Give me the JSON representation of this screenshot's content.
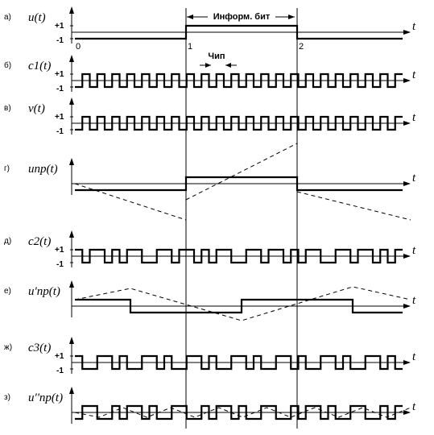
{
  "diagram": {
    "time_ticks": [
      "0",
      "1",
      "2"
    ],
    "annotations": {
      "info_bit": "Информ. бит",
      "chip": "Чип"
    },
    "panels": [
      {
        "letter": "а)",
        "name": "u(t)",
        "axis": "t",
        "levels": [
          "+1",
          "-1"
        ],
        "signal": [
          [
            0,
            -1
          ],
          [
            1,
            1
          ],
          [
            2,
            -1
          ],
          [
            3,
            -1
          ]
        ]
      },
      {
        "letter": "б)",
        "name": "c1(t)",
        "axis": "t",
        "levels": [
          "+1",
          "-1"
        ],
        "signal": "chip-alt"
      },
      {
        "letter": "в)",
        "name": "v(t)",
        "axis": "t",
        "levels": [
          "+1",
          "-1"
        ],
        "signal": "chip-alt-x"
      },
      {
        "letter": "г)",
        "name": "uпр(t)",
        "axis": "t",
        "levels": [],
        "signal": [
          [
            0,
            -1
          ],
          [
            1,
            1
          ],
          [
            2,
            -1
          ],
          [
            3,
            -1
          ]
        ],
        "dashed": "saw"
      },
      {
        "letter": "д)",
        "name": "c2(t)",
        "axis": "t",
        "levels": [
          "+1",
          "-1"
        ],
        "signal": "chip-c2"
      },
      {
        "letter": "е)",
        "name": "u'пр(t)",
        "axis": "t",
        "levels": [],
        "signal": [
          [
            0,
            1
          ],
          [
            0.5,
            -1
          ],
          [
            1.5,
            1
          ],
          [
            2.5,
            -1
          ],
          [
            3,
            -1
          ]
        ],
        "dashed": "tri"
      },
      {
        "letter": "ж)",
        "name": "c3(t)",
        "axis": "t",
        "levels": [
          "+1",
          "-1"
        ],
        "signal": "chip-c3"
      },
      {
        "letter": "з)",
        "name": "u''пр(t)",
        "axis": "t",
        "levels": [],
        "signal": "chip-c3-low",
        "dashed": "tri-fast"
      }
    ]
  }
}
